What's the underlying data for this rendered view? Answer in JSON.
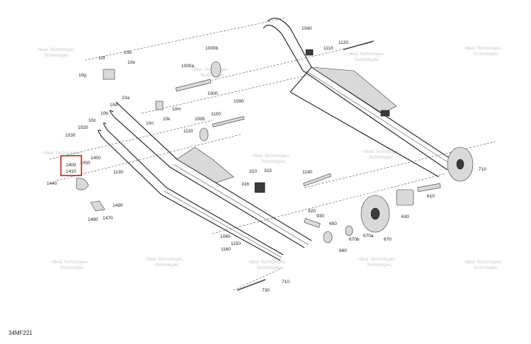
{
  "diagram_code": "34MF221",
  "highlight": {
    "labels": [
      "1400",
      "1410"
    ],
    "color": "#cc1111"
  },
  "watermark": [
    "+Bear Technologies",
    "Technologies"
  ],
  "labels": [
    "1040",
    "1120",
    "1110",
    "1000b",
    "10f",
    "10b",
    "10e",
    "10g",
    "1000a",
    "1000",
    "10a",
    "10d",
    "10b",
    "1090",
    "10c",
    "10m",
    "10k",
    "10n",
    "1095",
    "1100",
    "1020",
    "1030",
    "1110",
    "1050",
    "1130",
    "1450",
    "1440",
    "1480",
    "1470",
    "1490",
    "310",
    "315",
    "316",
    "1140",
    "920",
    "930",
    "650",
    "660",
    "670b",
    "670a",
    "670",
    "630",
    "610",
    "710",
    "1060",
    "1160",
    "1150",
    "710",
    "730",
    "1400",
    "1410"
  ]
}
